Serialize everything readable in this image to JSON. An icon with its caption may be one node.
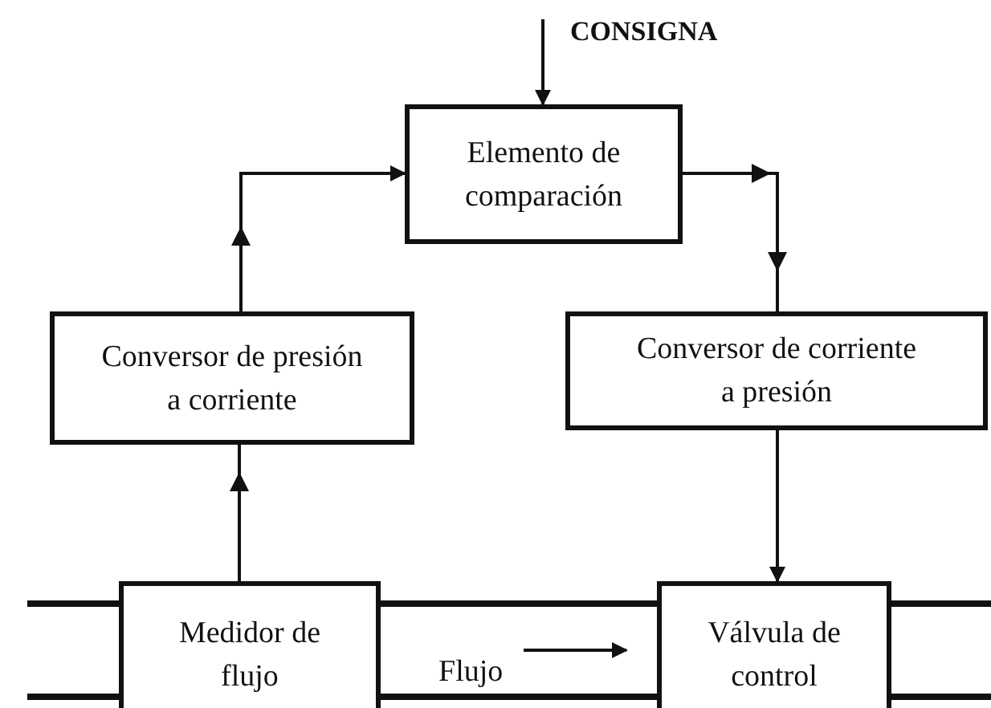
{
  "diagram": {
    "nodes": [
      {
        "text": [
          "Elemento de comparación"
        ]
      },
      {
        "text": [
          "Conversor de presión a corriente"
        ]
      },
      {
        "text": [
          "Conversor de corriente a presión"
        ]
      },
      {
        "text": [
          "Medidor de flujo"
        ]
      },
      {
        "text": [
          "Válvula de control"
        ]
      }
    ],
    "edges": [
      {
        "from": null,
        "to": 0,
        "arrow": "to",
        "label": "CONSIGNA"
      },
      {
        "from": 3,
        "to": 1,
        "arrow": "to"
      },
      {
        "from": 1,
        "to": 0,
        "arrow": "to"
      },
      {
        "from": 0,
        "to": 2,
        "arrow": "to"
      },
      {
        "from": 2,
        "to": 4,
        "arrow": "to"
      }
    ],
    "labels": [
      "Flujo"
    ]
  }
}
